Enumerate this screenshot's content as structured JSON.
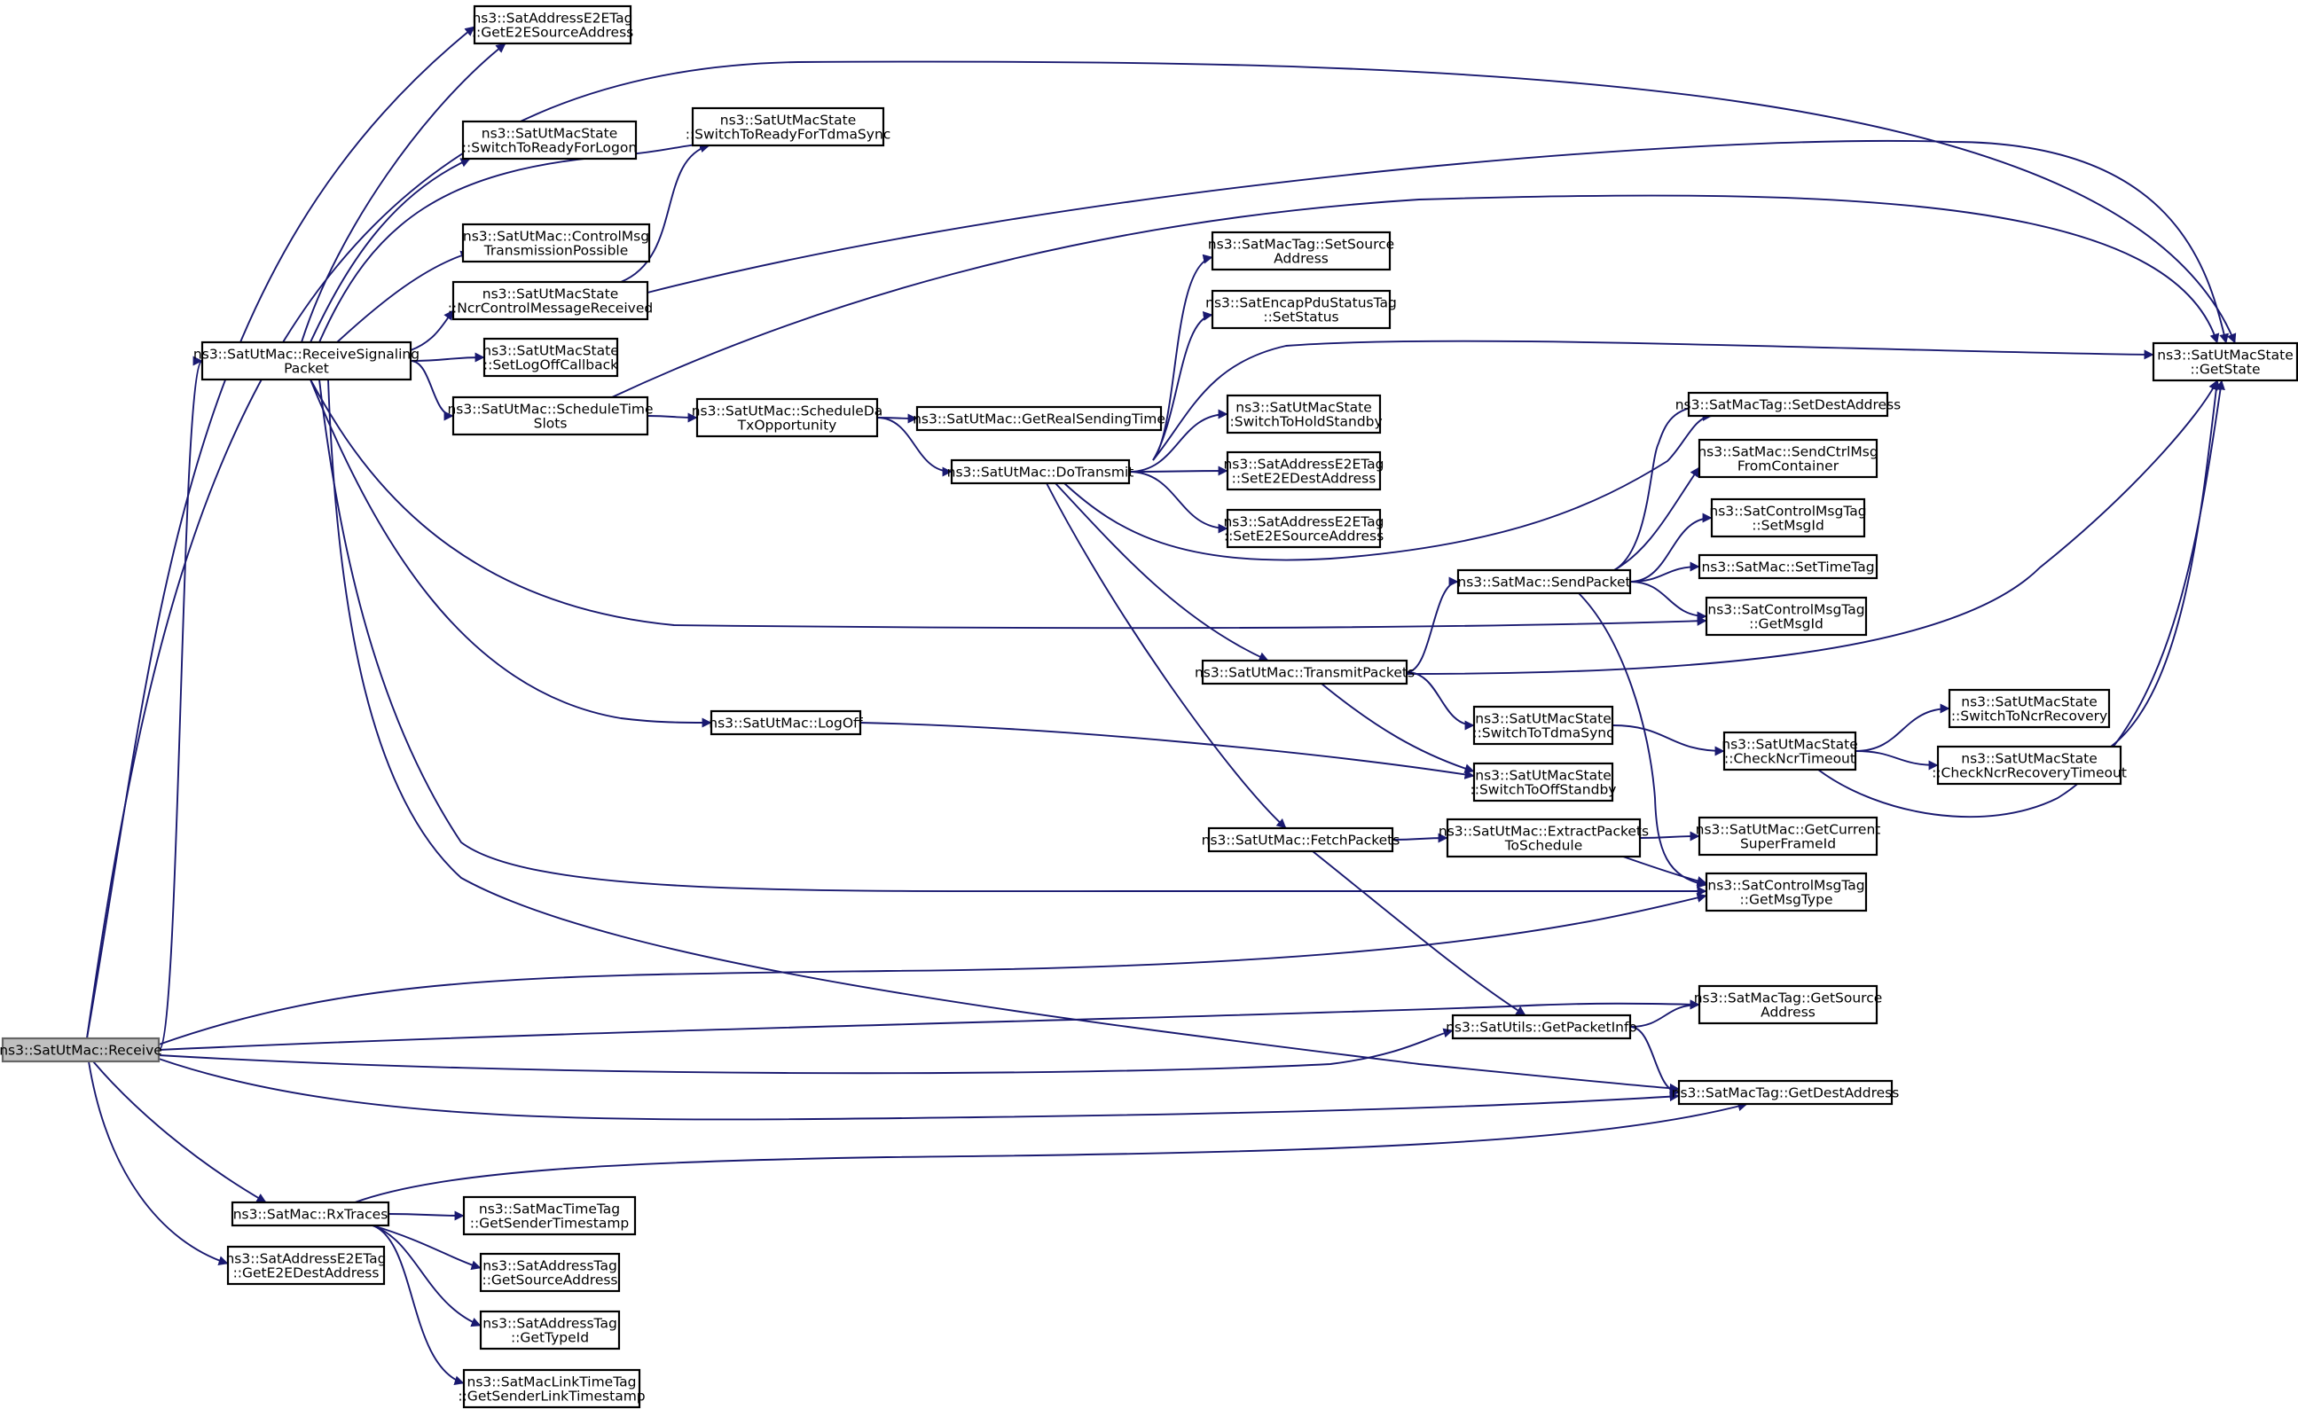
{
  "graph": {
    "edge_color": "#191970",
    "root_fill": "#bfbfbf",
    "nodes": [
      {
        "id": "receive",
        "lines": [
          "ns3::SatUtMac::Receive"
        ],
        "root": true
      },
      {
        "id": "get_e2e_source",
        "lines": [
          "ns3::SatAddressE2ETag",
          "::GetE2ESourceAddress"
        ]
      },
      {
        "id": "recv_signaling",
        "lines": [
          "ns3::SatUtMac::ReceiveSignaling",
          "Packet"
        ]
      },
      {
        "id": "get_state",
        "lines": [
          "ns3::SatUtMacState",
          "::GetState"
        ]
      },
      {
        "id": "rx_traces",
        "lines": [
          "ns3::SatMac::RxTraces"
        ]
      },
      {
        "id": "get_e2e_dest",
        "lines": [
          "ns3::SatAddressE2ETag",
          "::GetE2EDestAddress"
        ]
      },
      {
        "id": "ctrl_get_msg_type",
        "lines": [
          "ns3::SatControlMsgTag",
          "::GetMsgType"
        ]
      },
      {
        "id": "mac_get_source",
        "lines": [
          "ns3::SatMacTag::GetSource",
          "Address"
        ]
      },
      {
        "id": "get_packet_info",
        "lines": [
          "ns3::SatUtils::GetPacketInfo"
        ]
      },
      {
        "id": "mac_get_dest",
        "lines": [
          "ns3::SatMacTag::GetDestAddress"
        ]
      },
      {
        "id": "sw_ready_logon",
        "lines": [
          "ns3::SatUtMacState",
          "::SwitchToReadyForLogon"
        ]
      },
      {
        "id": "sw_ready_tdma",
        "lines": [
          "ns3::SatUtMacState",
          "::SwitchToReadyForTdmaSync"
        ]
      },
      {
        "id": "ctrl_tx_possible",
        "lines": [
          "ns3::SatUtMac::ControlMsg",
          "TransmissionPossible"
        ]
      },
      {
        "id": "ncr_ctrl_recv",
        "lines": [
          "ns3::SatUtMacState",
          "::NcrControlMessageReceived"
        ]
      },
      {
        "id": "set_logoff_cb",
        "lines": [
          "ns3::SatUtMacState",
          "::SetLogOffCallback"
        ]
      },
      {
        "id": "schedule_slots",
        "lines": [
          "ns3::SatUtMac::ScheduleTime",
          "Slots"
        ]
      },
      {
        "id": "logoff",
        "lines": [
          "ns3::SatUtMac::LogOff"
        ]
      },
      {
        "id": "ctrl_get_msg_id",
        "lines": [
          "ns3::SatControlMsgTag",
          "::GetMsgId"
        ]
      },
      {
        "id": "sched_da_tx",
        "lines": [
          "ns3::SatUtMac::ScheduleDa",
          "TxOpportunity"
        ]
      },
      {
        "id": "get_real_send",
        "lines": [
          "ns3::SatUtMac::GetRealSendingTime"
        ]
      },
      {
        "id": "do_transmit",
        "lines": [
          "ns3::SatUtMac::DoTransmit"
        ]
      },
      {
        "id": "set_source_addr",
        "lines": [
          "ns3::SatMacTag::SetSource",
          "Address"
        ]
      },
      {
        "id": "set_status",
        "lines": [
          "ns3::SatEncapPduStatusTag",
          "::SetStatus"
        ]
      },
      {
        "id": "sw_hold_standby",
        "lines": [
          "ns3::SatUtMacState",
          "::SwitchToHoldStandby"
        ]
      },
      {
        "id": "set_e2e_dest",
        "lines": [
          "ns3::SatAddressE2ETag",
          "::SetE2EDestAddress"
        ]
      },
      {
        "id": "set_e2e_source",
        "lines": [
          "ns3::SatAddressE2ETag",
          "::SetE2ESourceAddress"
        ]
      },
      {
        "id": "mac_set_dest",
        "lines": [
          "ns3::SatMacTag::SetDestAddress"
        ]
      },
      {
        "id": "transmit_packets",
        "lines": [
          "ns3::SatUtMac::TransmitPackets"
        ]
      },
      {
        "id": "fetch_packets",
        "lines": [
          "ns3::SatUtMac::FetchPackets"
        ]
      },
      {
        "id": "send_packet",
        "lines": [
          "ns3::SatMac::SendPacket"
        ]
      },
      {
        "id": "send_ctrl_container",
        "lines": [
          "ns3::SatMac::SendCtrlMsg",
          "FromContainer"
        ]
      },
      {
        "id": "set_msg_id",
        "lines": [
          "ns3::SatControlMsgTag",
          "::SetMsgId"
        ]
      },
      {
        "id": "set_time_tag",
        "lines": [
          "ns3::SatMac::SetTimeTag"
        ]
      },
      {
        "id": "sw_tdma_sync",
        "lines": [
          "ns3::SatUtMacState",
          "::SwitchToTdmaSync"
        ]
      },
      {
        "id": "sw_off_standby",
        "lines": [
          "ns3::SatUtMacState",
          "::SwitchToOffStandby"
        ]
      },
      {
        "id": "check_ncr_timeout",
        "lines": [
          "ns3::SatUtMacState",
          "::CheckNcrTimeout"
        ]
      },
      {
        "id": "sw_ncr_recovery",
        "lines": [
          "ns3::SatUtMacState",
          "::SwitchToNcrRecovery"
        ]
      },
      {
        "id": "check_ncr_rec_timeout",
        "lines": [
          "ns3::SatUtMacState",
          "::CheckNcrRecoveryTimeout"
        ]
      },
      {
        "id": "extract_packets",
        "lines": [
          "ns3::SatUtMac::ExtractPackets",
          "ToSchedule"
        ]
      },
      {
        "id": "get_superframe_id",
        "lines": [
          "ns3::SatUtMac::GetCurrent",
          "SuperFrameId"
        ]
      },
      {
        "id": "get_sender_ts",
        "lines": [
          "ns3::SatMacTimeTag",
          "::GetSenderTimestamp"
        ]
      },
      {
        "id": "addr_get_source",
        "lines": [
          "ns3::SatAddressTag",
          "::GetSourceAddress"
        ]
      },
      {
        "id": "addr_get_type",
        "lines": [
          "ns3::SatAddressTag",
          "::GetTypeId"
        ]
      },
      {
        "id": "link_get_sender_ts",
        "lines": [
          "ns3::SatMacLinkTimeTag",
          "::GetSenderLinkTimestamp"
        ]
      }
    ],
    "edges": [
      [
        "receive",
        "get_e2e_source"
      ],
      [
        "receive",
        "recv_signaling"
      ],
      [
        "receive",
        "get_state"
      ],
      [
        "receive",
        "rx_traces"
      ],
      [
        "receive",
        "get_e2e_dest"
      ],
      [
        "receive",
        "ctrl_get_msg_type"
      ],
      [
        "receive",
        "mac_get_source"
      ],
      [
        "receive",
        "get_packet_info"
      ],
      [
        "receive",
        "mac_get_dest"
      ],
      [
        "recv_signaling",
        "get_e2e_source"
      ],
      [
        "recv_signaling",
        "sw_ready_logon"
      ],
      [
        "recv_signaling",
        "sw_ready_tdma"
      ],
      [
        "recv_signaling",
        "ctrl_tx_possible"
      ],
      [
        "recv_signaling",
        "ncr_ctrl_recv"
      ],
      [
        "recv_signaling",
        "set_logoff_cb"
      ],
      [
        "recv_signaling",
        "schedule_slots"
      ],
      [
        "recv_signaling",
        "logoff"
      ],
      [
        "recv_signaling",
        "ctrl_get_msg_id"
      ],
      [
        "recv_signaling",
        "ctrl_get_msg_type"
      ],
      [
        "recv_signaling",
        "mac_get_dest"
      ],
      [
        "ncr_ctrl_recv",
        "sw_ready_tdma"
      ],
      [
        "ncr_ctrl_recv",
        "get_state"
      ],
      [
        "schedule_slots",
        "get_state"
      ],
      [
        "schedule_slots",
        "sched_da_tx"
      ],
      [
        "sched_da_tx",
        "get_real_send"
      ],
      [
        "sched_da_tx",
        "do_transmit"
      ],
      [
        "do_transmit",
        "set_source_addr"
      ],
      [
        "do_transmit",
        "set_status"
      ],
      [
        "do_transmit",
        "get_state"
      ],
      [
        "do_transmit",
        "sw_hold_standby"
      ],
      [
        "do_transmit",
        "set_e2e_dest"
      ],
      [
        "do_transmit",
        "set_e2e_source"
      ],
      [
        "do_transmit",
        "mac_set_dest"
      ],
      [
        "do_transmit",
        "transmit_packets"
      ],
      [
        "do_transmit",
        "fetch_packets"
      ],
      [
        "transmit_packets",
        "send_packet"
      ],
      [
        "transmit_packets",
        "get_state"
      ],
      [
        "transmit_packets",
        "sw_tdma_sync"
      ],
      [
        "transmit_packets",
        "sw_off_standby"
      ],
      [
        "send_packet",
        "mac_set_dest"
      ],
      [
        "send_packet",
        "send_ctrl_container"
      ],
      [
        "send_packet",
        "set_msg_id"
      ],
      [
        "send_packet",
        "set_time_tag"
      ],
      [
        "send_packet",
        "ctrl_get_msg_id"
      ],
      [
        "send_packet",
        "ctrl_get_msg_type"
      ],
      [
        "sw_tdma_sync",
        "check_ncr_timeout"
      ],
      [
        "check_ncr_timeout",
        "sw_ncr_recovery"
      ],
      [
        "check_ncr_timeout",
        "check_ncr_rec_timeout"
      ],
      [
        "check_ncr_timeout",
        "get_state"
      ],
      [
        "check_ncr_rec_timeout",
        "get_state"
      ],
      [
        "logoff",
        "sw_off_standby"
      ],
      [
        "fetch_packets",
        "extract_packets"
      ],
      [
        "fetch_packets",
        "get_packet_info"
      ],
      [
        "extract_packets",
        "get_superframe_id"
      ],
      [
        "extract_packets",
        "ctrl_get_msg_type"
      ],
      [
        "get_packet_info",
        "mac_get_source"
      ],
      [
        "get_packet_info",
        "mac_get_dest"
      ],
      [
        "rx_traces",
        "mac_get_dest"
      ],
      [
        "rx_traces",
        "get_sender_ts"
      ],
      [
        "rx_traces",
        "addr_get_source"
      ],
      [
        "rx_traces",
        "addr_get_type"
      ],
      [
        "rx_traces",
        "link_get_sender_ts"
      ]
    ]
  }
}
